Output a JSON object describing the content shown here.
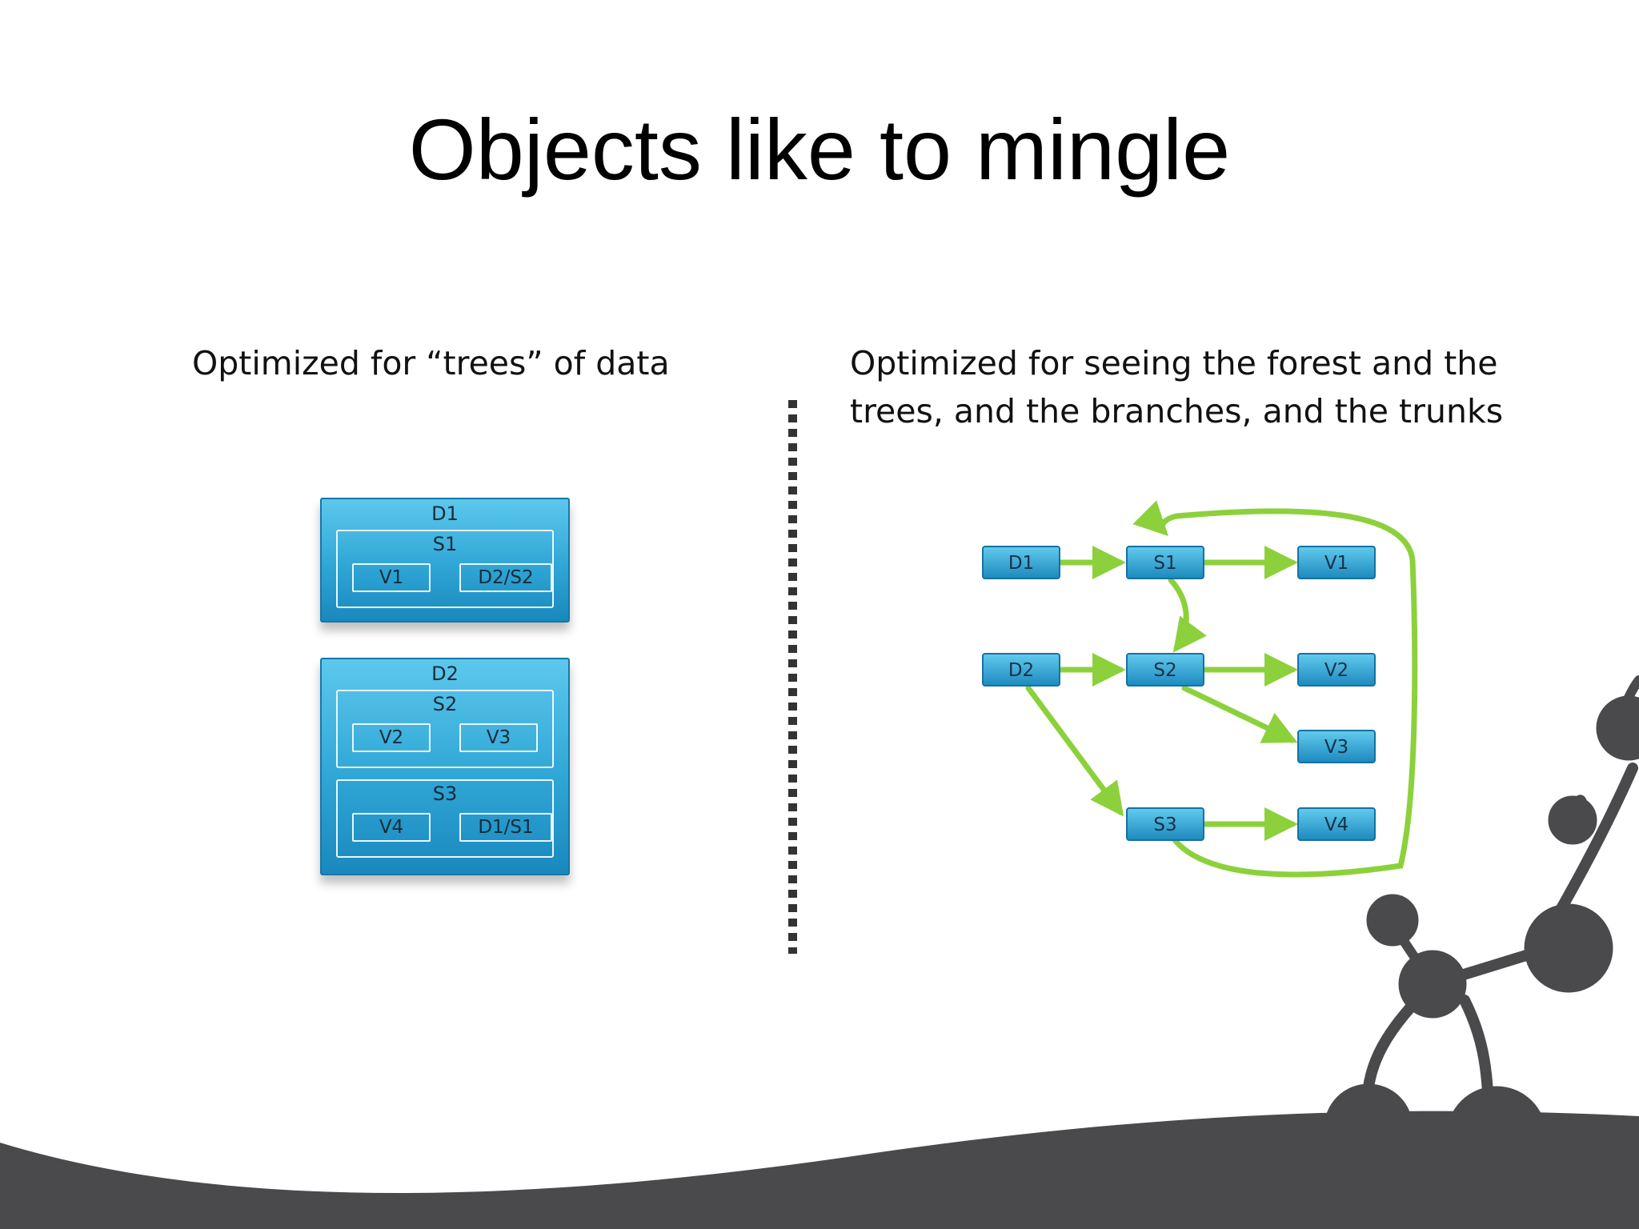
{
  "slide": {
    "title": "Objects like to mingle",
    "left_caption": "Optimized for “trees” of data",
    "right_caption_lines": [
      "Optimized for seeing the forest and the",
      "trees, and the branches, and the trunks"
    ]
  },
  "tree_diagram": {
    "docs": [
      {
        "label": "D1",
        "sections": [
          {
            "label": "S1",
            "values": [
              "V1",
              "D2/S2"
            ]
          }
        ]
      },
      {
        "label": "D2",
        "sections": [
          {
            "label": "S2",
            "values": [
              "V2",
              "V3"
            ]
          },
          {
            "label": "S3",
            "values": [
              "V4",
              "D1/S1"
            ]
          }
        ]
      }
    ]
  },
  "graph_diagram": {
    "nodes": [
      "D1",
      "S1",
      "V1",
      "D2",
      "S2",
      "V2",
      "V3",
      "S3",
      "V4"
    ],
    "edges": [
      [
        "D1",
        "S1"
      ],
      [
        "S1",
        "V1"
      ],
      [
        "S1",
        "S2"
      ],
      [
        "D2",
        "S2"
      ],
      [
        "S2",
        "V2"
      ],
      [
        "S2",
        "V3"
      ],
      [
        "D2",
        "S3"
      ],
      [
        "S3",
        "V4"
      ],
      [
        "S3",
        "S1"
      ]
    ]
  },
  "colors": {
    "node_fill": "#2fa6d6",
    "edge": "#8cd13c",
    "decoration": "#4a4a4c"
  }
}
